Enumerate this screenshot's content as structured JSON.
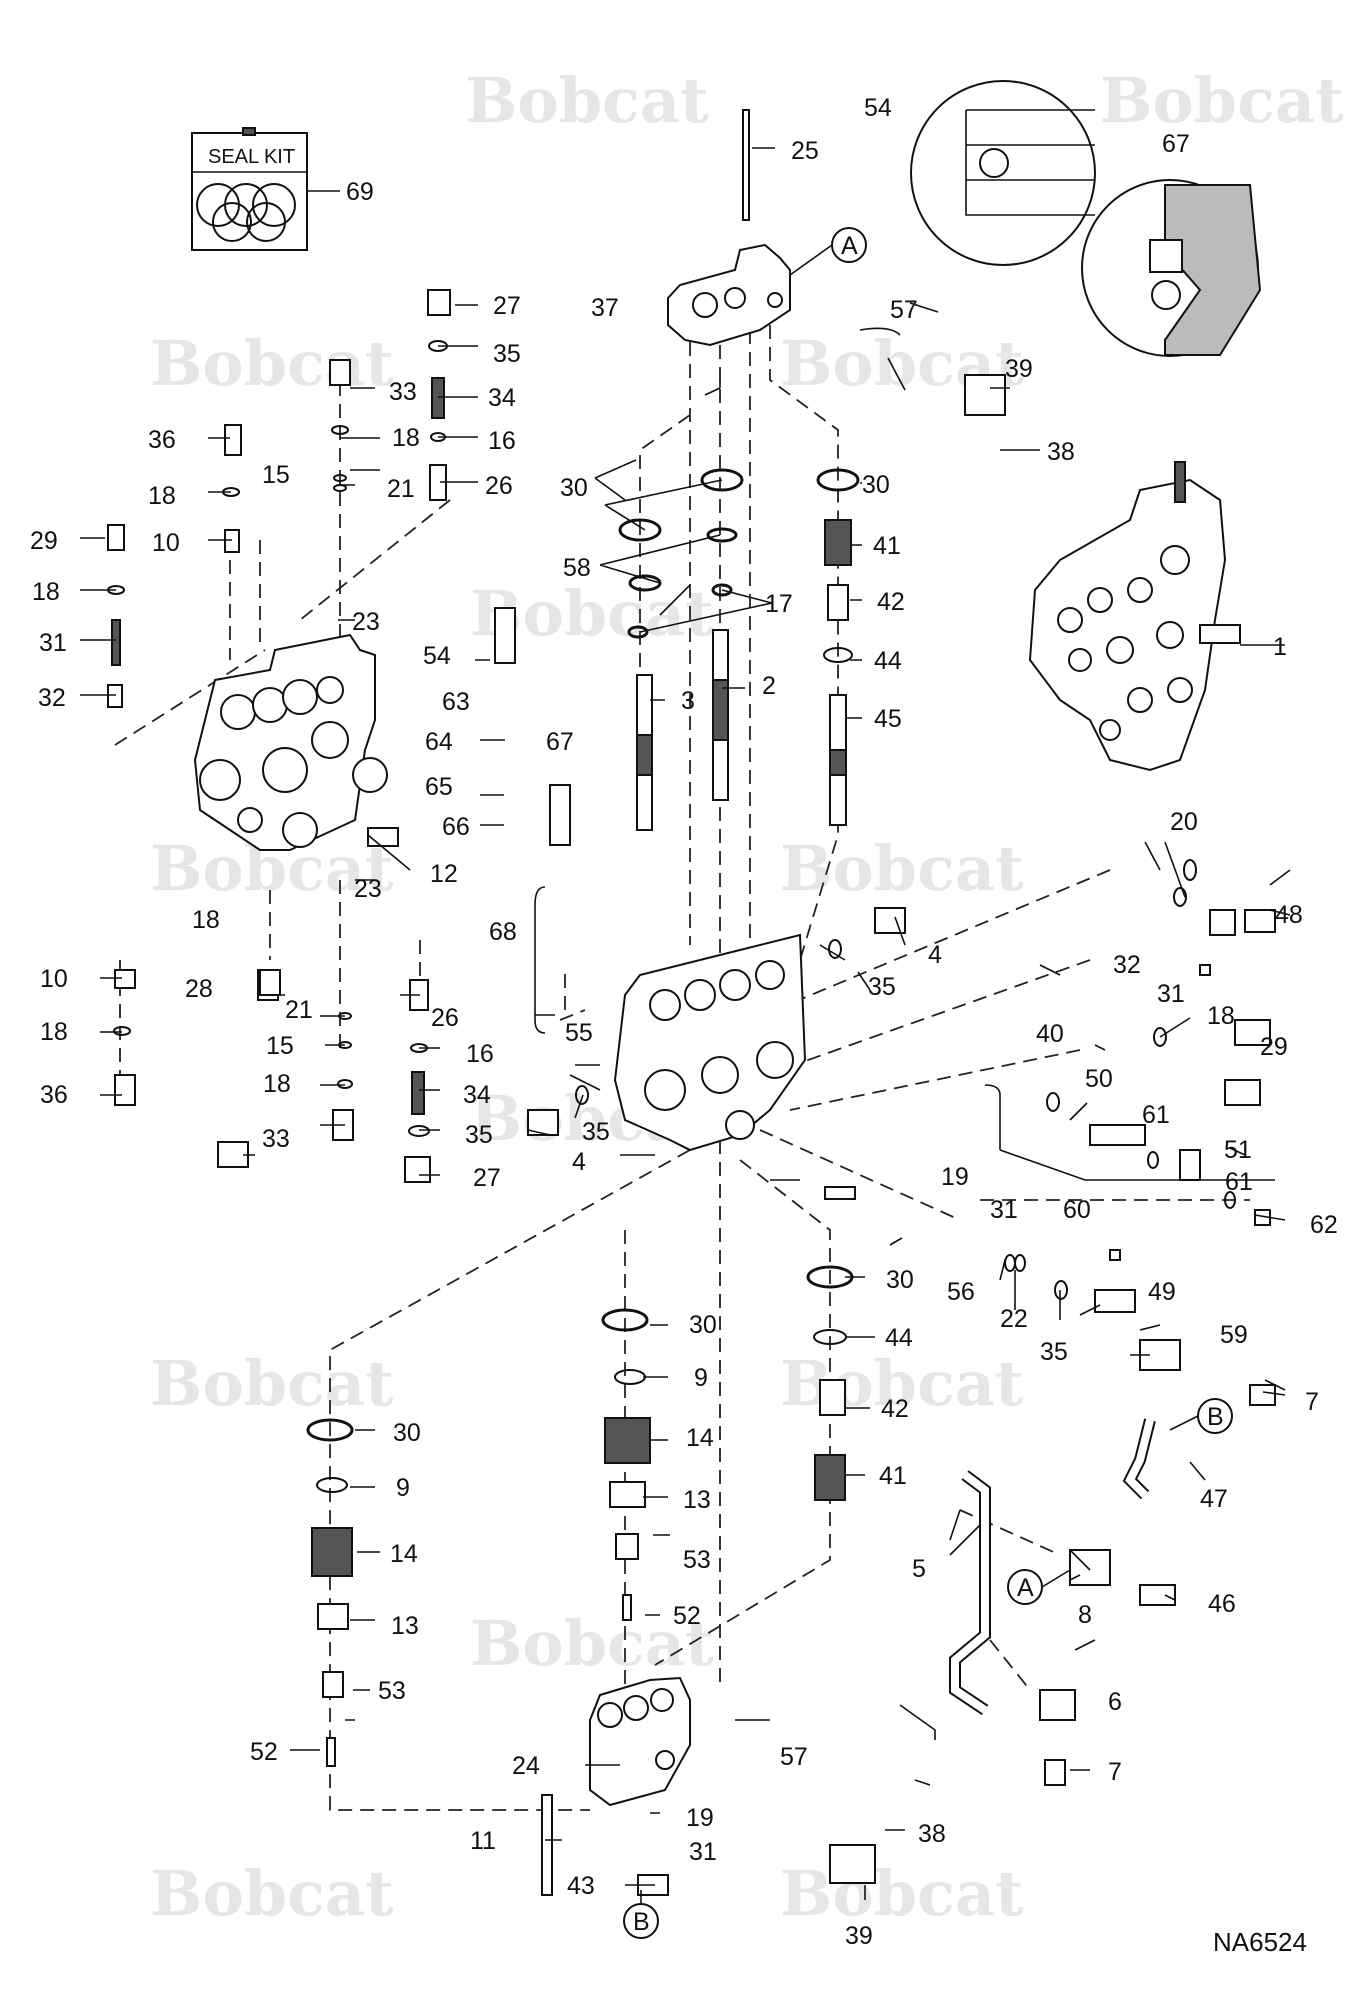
{
  "drawing_code": "NA6524",
  "watermark": "Bobcat",
  "seal_kit_label": "SEAL KIT",
  "callouts": {
    "A": "A",
    "B": "B"
  },
  "labels": {
    "n1": "1",
    "n2": "2",
    "n3": "3",
    "n4": "4",
    "n5": "5",
    "n6": "6",
    "n7": "7",
    "n8": "8",
    "n9": "9",
    "n10": "10",
    "n11": "11",
    "n12": "12",
    "n13": "13",
    "n14": "14",
    "n15": "15",
    "n16": "16",
    "n17": "17",
    "n18": "18",
    "n19": "19",
    "n20": "20",
    "n21": "21",
    "n22": "22",
    "n23": "23",
    "n24": "24",
    "n25": "25",
    "n26": "26",
    "n27": "27",
    "n28": "28",
    "n29": "29",
    "n30": "30",
    "n31": "31",
    "n32": "32",
    "n33": "33",
    "n34": "34",
    "n35": "35",
    "n36": "36",
    "n37": "37",
    "n38": "38",
    "n39": "39",
    "n40": "40",
    "n41": "41",
    "n42": "42",
    "n43": "43",
    "n44": "44",
    "n45": "45",
    "n46": "46",
    "n47": "47",
    "n48": "48",
    "n49": "49",
    "n50": "50",
    "n51": "51",
    "n52": "52",
    "n53": "53",
    "n54": "54",
    "n55": "55",
    "n56": "56",
    "n57": "57",
    "n58": "58",
    "n59": "59",
    "n60": "60",
    "n61": "61",
    "n62": "62",
    "n63": "63",
    "n64": "64",
    "n65": "65",
    "n66": "66",
    "n67": "67",
    "n68": "68",
    "n69": "69"
  }
}
